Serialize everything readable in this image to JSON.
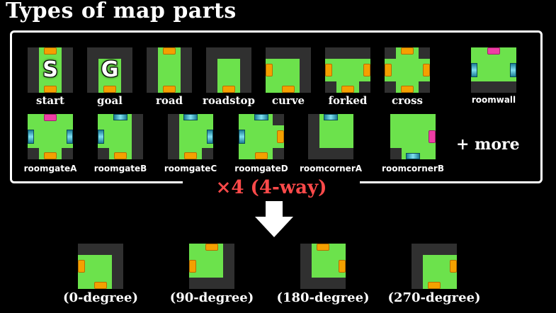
{
  "title": "Types of map parts",
  "parts_row1": [
    "start",
    "goal",
    "road",
    "roadstop",
    "curve",
    "forked",
    "cross",
    "roomwall"
  ],
  "parts_row2": [
    "roomgateA",
    "roomgateB",
    "roomgateC",
    "roomgateD",
    "roomcornerA",
    "roomcornerB"
  ],
  "start_letter": "S",
  "goal_letter": "G",
  "more_label": "+ more",
  "multiplier_label": "×4 (4-way)",
  "rotations": [
    "(0-degree)",
    "(90-degree)",
    "(180-degree)",
    "(270-degree)"
  ],
  "colors": {
    "floor": "#6ce24c",
    "wall": "#303030",
    "door": "#f4a000",
    "pink_door": "#ee3ea5",
    "gate": "#7fe0f0",
    "multiplier_text": "#ff4a4a"
  },
  "icons": {
    "arrow": "down-arrow-icon"
  }
}
